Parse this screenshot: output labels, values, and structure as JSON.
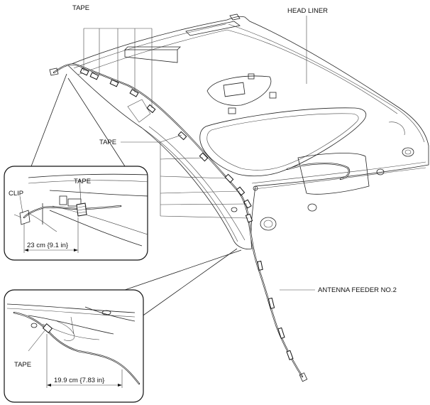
{
  "labels": {
    "tape_top": "TAPE",
    "head_liner": "HEAD LINER",
    "tape_left": "TAPE",
    "antenna_feeder": "ANTENNA FEEDER NO.2"
  },
  "callout_upper": {
    "tape": "TAPE",
    "clip": "CLIP",
    "dimension": "23 cm {9.1 in}"
  },
  "callout_lower": {
    "tape": "TAPE",
    "dimension": "19.9 cm {7.83 in}"
  }
}
